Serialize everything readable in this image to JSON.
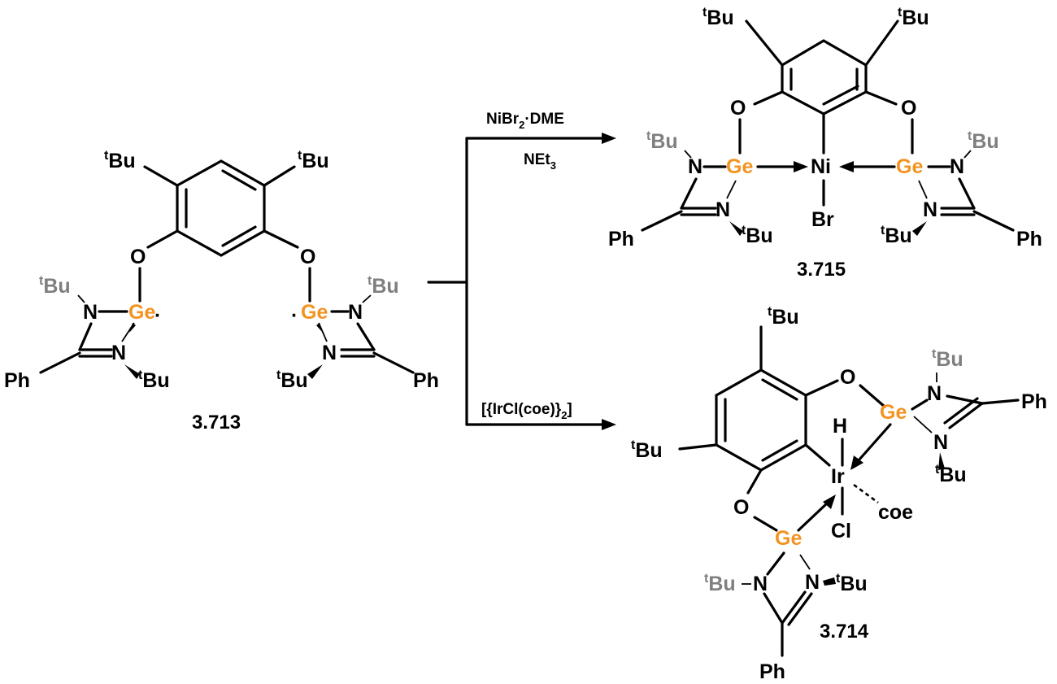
{
  "compounds": {
    "start": {
      "label": "3.713"
    },
    "nickel": {
      "label": "3.715"
    },
    "iridium": {
      "label": "3.714"
    }
  },
  "atoms": {
    "tBu_sup": "t",
    "tBu_main": "Bu",
    "O": "O",
    "N": "N",
    "Ge": "Ge",
    "Ph": "Ph",
    "Ni": "Ni",
    "Br": "Br",
    "Ir": "Ir",
    "H": "H",
    "Cl": "Cl",
    "coe": "coe",
    "radical": "·"
  },
  "reagents": {
    "top_line1_a": "NiBr",
    "top_line1_sub": "2",
    "top_line1_b": "·DME",
    "top_line2_a": "NEt",
    "top_line2_sub": "3",
    "bottom_a": "[{IrCl(coe)}",
    "bottom_sub": "2",
    "bottom_b": "]"
  },
  "colors": {
    "germanium": "#f39322",
    "tBu_on_nitrogen": "#7f7f7f",
    "bond": "#000000"
  }
}
